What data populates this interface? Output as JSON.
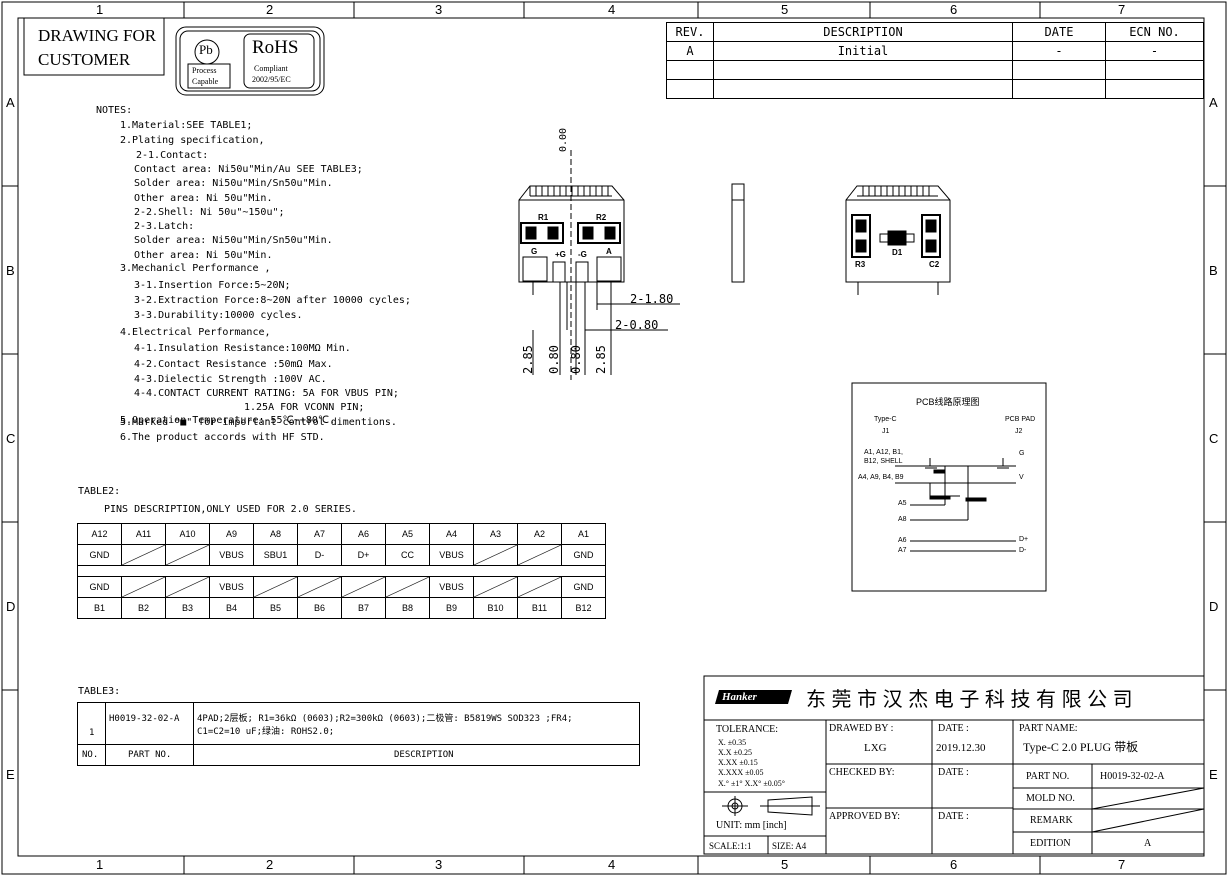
{
  "frame": {
    "col_labels_top": [
      "1",
      "2",
      "3",
      "4",
      "5",
      "6",
      "7"
    ],
    "col_labels_bottom": [
      "1",
      "2",
      "3",
      "4",
      "5",
      "6",
      "7"
    ],
    "row_labels": [
      "A",
      "B",
      "C",
      "D",
      "E"
    ]
  },
  "header": {
    "drawing_for": [
      "DRAWING FOR",
      "CUSTOMER"
    ],
    "pb": {
      "symbol": "Pb",
      "line1": "Process",
      "line2": "Capable"
    },
    "rohs": {
      "title": "RoHS",
      "line1": "Compliant",
      "line2": "2002/95/EC"
    }
  },
  "revision_table": {
    "headers": [
      "REV.",
      "DESCRIPTION",
      "DATE",
      "ECN NO."
    ],
    "rows": [
      [
        "A",
        "Initial",
        "-",
        "-"
      ],
      [
        "",
        "",
        "",
        ""
      ],
      [
        "",
        "",
        "",
        ""
      ]
    ]
  },
  "notes": {
    "title": "NOTES:",
    "lines": [
      "1.Material:SEE TABLE1;",
      "2.Plating specification,",
      "2-1.Contact:",
      "Contact area: Ni50u\"Min/Au SEE TABLE3;",
      "Solder area: Ni50u\"Min/Sn50u\"Min.",
      "Other area: Ni 50u\"Min.",
      "2-2.Shell: Ni 50u\"~150u\";",
      "2-3.Latch:",
      "Solder area: Ni50u\"Min/Sn50u\"Min.",
      "Other area: Ni 50u\"Min.",
      "3.Mechanicl Performance ,",
      "3-1.Insertion Force:5~20N;",
      "3-2.Extraction Force:8~20N after 10000 cycles;",
      "3-3.Durability:10000 cycles.",
      "4.Electrical Performance,",
      "4-1.Insulation Resistance:100MΩ Min.",
      "4-2.Contact Resistance :50mΩ Max.",
      "4-3.Dielectic Strength :100V AC.",
      "4-4.CONTACT CURRENT RATING: 5A FOR VBUS PIN;",
      "1.25A FOR VCONN PIN;",
      "5.Operation Temperature:-55℃~+80℃.",
      "5.Marked \"■\" for important control dimentions.",
      "6.The product accords with HF STD."
    ]
  },
  "table2": {
    "title": "TABLE2:",
    "subtitle": "PINS DESCRIPTION,ONLY USED FOR 2.0 SERIES.",
    "top_pins": [
      "A12",
      "A11",
      "A10",
      "A9",
      "A8",
      "A7",
      "A6",
      "A5",
      "A4",
      "A3",
      "A2",
      "A1"
    ],
    "top_funcs": [
      "GND",
      "",
      "",
      "VBUS",
      "SBU1",
      "D-",
      "D+",
      "CC",
      "VBUS",
      "",
      "",
      "GND"
    ],
    "bottom_funcs": [
      "GND",
      "",
      "",
      "VBUS",
      "",
      "",
      "",
      "",
      "VBUS",
      "",
      "",
      "GND"
    ],
    "bottom_pins": [
      "B1",
      "B2",
      "B3",
      "B4",
      "B5",
      "B6",
      "B7",
      "B8",
      "B9",
      "B10",
      "B11",
      "B12"
    ]
  },
  "table3": {
    "title": "TABLE3:",
    "row_no": "1",
    "part_no": "H0019-32-02-A",
    "description_line1": "4PAD;2层板; R1=36kΩ (0603);R2=300kΩ (0603);二极管: B5819WS  SOD323 ;FR4;",
    "description_line2": "C1=C2=10 uF;绿油: ROHS2.0;",
    "headers": [
      "NO.",
      "PART NO.",
      "DESCRIPTION"
    ]
  },
  "drawing": {
    "dims": [
      "0.00",
      "2-1.80",
      "2-0.80",
      "2.85",
      "0.80",
      "0.80",
      "2.85"
    ],
    "front_labels": [
      "R1",
      "R2",
      "G",
      "+G",
      "-G",
      "A"
    ],
    "back_labels": [
      "R3",
      "D1",
      "C2"
    ]
  },
  "schematic": {
    "title": "PCB线路原理图",
    "left_header": [
      "Type-C",
      "J1"
    ],
    "right_header": [
      "PCB PAD",
      "J2"
    ],
    "left_pins": [
      "A1, A12, B1,",
      "B12, SHELL",
      "A4, A9, B4, B9",
      "A5",
      "A8",
      "A6",
      "A7"
    ],
    "right_pins": [
      "G",
      "V",
      "D+",
      "D-"
    ]
  },
  "title_block": {
    "logo": "Hanker",
    "company": "东 莞 市 汉 杰 电 子 科 技 有 限 公 司",
    "tolerance_title": "TOLERANCE:",
    "tolerances": [
      "X.      ±0.35",
      "X.X     ±0.25",
      "X.XX    ±0.15",
      "X.XXX   ±0.05",
      "X.° ±1°     X.X° ±0.05°"
    ],
    "unit": "UNIT: mm [inch]",
    "scale": "SCALE:1:1",
    "size": "SIZE: A4",
    "drawn_by_label": "DRAWED BY :",
    "drawn_by": "LXG",
    "date_label": "DATE :",
    "date": "2019.12.30",
    "checked_by_label": "CHECKED BY:",
    "checked_date_label": "DATE :",
    "approved_by_label": "APPROVED BY:",
    "approved_date_label": "DATE :",
    "part_name_label": "PART NAME:",
    "part_name": "Type-C 2.0 PLUG 带板",
    "part_no_label": "PART NO.",
    "part_no": "H0019-32-02-A",
    "mold_no_label": "MOLD NO.",
    "remark_label": "REMARK",
    "edition_label": "EDITION",
    "edition": "A"
  }
}
